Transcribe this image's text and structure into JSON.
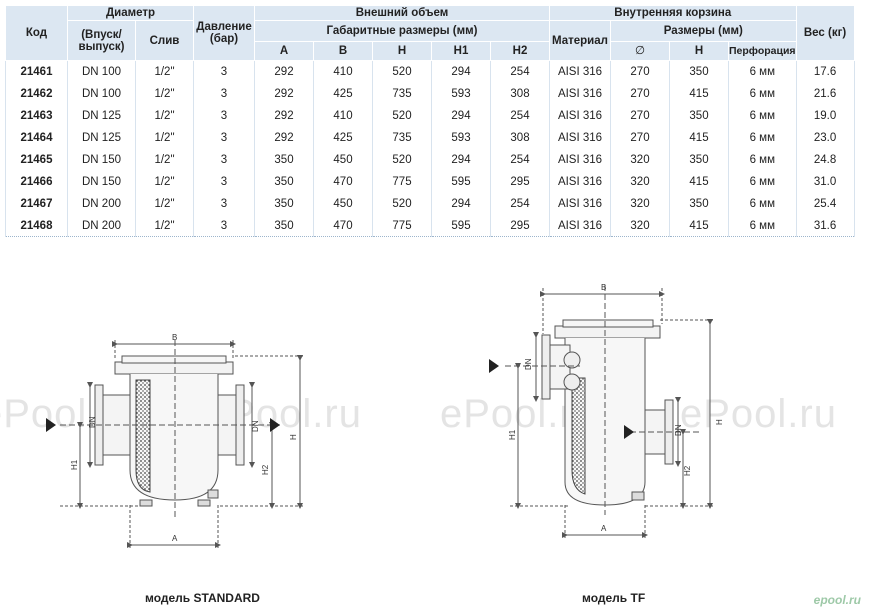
{
  "table": {
    "headers": {
      "code": "Код",
      "diameter": "Диаметр",
      "inlet_outlet": "(Впуск/ выпуск)",
      "drain": "Слив",
      "pressure": "Давление (бар)",
      "outer_volume": "Внешний объем",
      "overall_dims": "Габаритные размеры (мм)",
      "a": "A",
      "b": "B",
      "h": "H",
      "h1": "H1",
      "h2": "H2",
      "material": "Материал",
      "inner_basket": "Внутренняя корзина",
      "sizes": "Размеры (мм)",
      "diam_sym": "∅",
      "h_inner": "H",
      "perforation": "Перфорация",
      "weight": "Вес (кг)"
    },
    "rows": [
      [
        "21461",
        "DN 100",
        "1/2\"",
        "3",
        "292",
        "410",
        "520",
        "294",
        "254",
        "AISI 316",
        "270",
        "350",
        "6 мм",
        "17.6"
      ],
      [
        "21462",
        "DN 100",
        "1/2\"",
        "3",
        "292",
        "425",
        "735",
        "593",
        "308",
        "AISI 316",
        "270",
        "415",
        "6 мм",
        "21.6"
      ],
      [
        "21463",
        "DN 125",
        "1/2\"",
        "3",
        "292",
        "410",
        "520",
        "294",
        "254",
        "AISI 316",
        "270",
        "350",
        "6 мм",
        "19.0"
      ],
      [
        "21464",
        "DN 125",
        "1/2\"",
        "3",
        "292",
        "425",
        "735",
        "593",
        "308",
        "AISI 316",
        "270",
        "415",
        "6 мм",
        "23.0"
      ],
      [
        "21465",
        "DN 150",
        "1/2\"",
        "3",
        "350",
        "450",
        "520",
        "294",
        "254",
        "AISI 316",
        "320",
        "350",
        "6 мм",
        "24.8"
      ],
      [
        "21466",
        "DN 150",
        "1/2\"",
        "3",
        "350",
        "470",
        "775",
        "595",
        "295",
        "AISI 316",
        "320",
        "415",
        "6 мм",
        "31.0"
      ],
      [
        "21467",
        "DN 200",
        "1/2\"",
        "3",
        "350",
        "450",
        "520",
        "294",
        "254",
        "AISI 316",
        "320",
        "350",
        "6 мм",
        "25.4"
      ],
      [
        "21468",
        "DN 200",
        "1/2\"",
        "3",
        "350",
        "470",
        "775",
        "595",
        "295",
        "AISI 316",
        "320",
        "415",
        "6 мм",
        "31.6"
      ]
    ]
  },
  "diagram_labels": {
    "b": "B",
    "a": "A",
    "h": "H",
    "h1": "H1",
    "h2": "H2",
    "dn": "DN"
  },
  "captions": {
    "standard": "модель STANDARD",
    "tf": "модель TF"
  },
  "watermark": "ePool.ru",
  "logo": "epool.ru"
}
